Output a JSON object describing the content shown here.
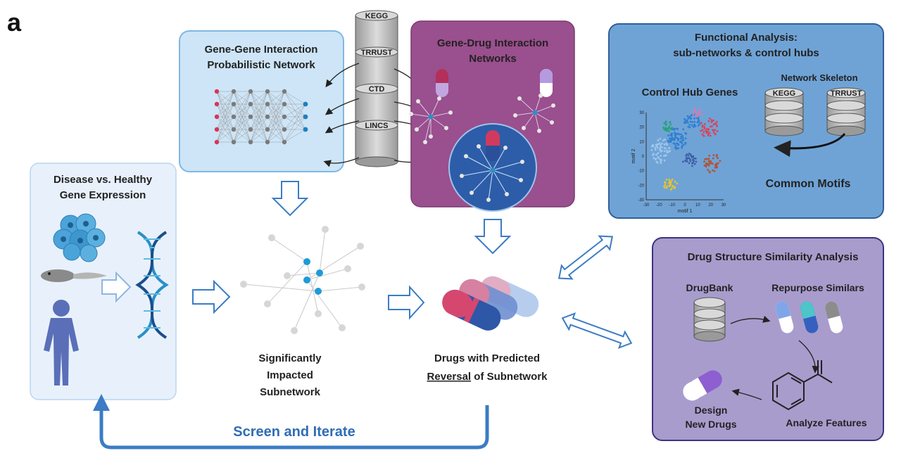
{
  "panel_letter": "a",
  "disease": {
    "title_line1": "Disease vs. Healthy",
    "title_line2": "Gene Expression"
  },
  "gene_gene": {
    "title_line1": "Gene-Gene Interaction",
    "title_line2": "Probabilistic Network"
  },
  "databases": [
    "KEGG",
    "TRRUST",
    "CTD",
    "LINCS"
  ],
  "gene_drug": {
    "title_line1": "Gene-Drug Interaction",
    "title_line2": "Networks"
  },
  "functional": {
    "title_line1": "Functional Analysis:",
    "title_line2": "sub-networks & control hubs",
    "hub_label": "Control Hub Genes",
    "skeleton_label": "Network Skeleton",
    "skeleton_dbs": [
      "KEGG",
      "TRRUST"
    ],
    "motifs_label": "Common Motifs",
    "plot_xlabel": "motif 1",
    "plot_ylabel": "motif 2",
    "plot_xticks": [
      "-30",
      "-20",
      "-10",
      "0",
      "10",
      "20",
      "30"
    ],
    "plot_yticks": [
      "30",
      "20",
      "10",
      "0",
      "-10",
      "-20",
      "-30"
    ]
  },
  "subnetwork": {
    "line1": "Significantly",
    "line2": "Impacted",
    "line3": "Subnetwork"
  },
  "drugs": {
    "line1": "Drugs with Predicted",
    "line2_underlined": "Reversal",
    "line2_rest": " of Subnetwork"
  },
  "similarity": {
    "title": "Drug Structure Similarity Analysis",
    "drugbank": "DrugBank",
    "repurpose": "Repurpose Similars",
    "design_line1": "Design",
    "design_line2": "New Drugs",
    "analyze": "Analyze Features"
  },
  "screen_iterate": "Screen and Iterate",
  "colors": {
    "light_blue_panel": "#e8f1fb",
    "gene_gene_panel": "#cde5f7",
    "purple_panel": "#9a4f8e",
    "functional_panel": "#6fa3d6",
    "similarity_panel": "#a89ccd",
    "arrow_blue": "#3b7cc4"
  }
}
